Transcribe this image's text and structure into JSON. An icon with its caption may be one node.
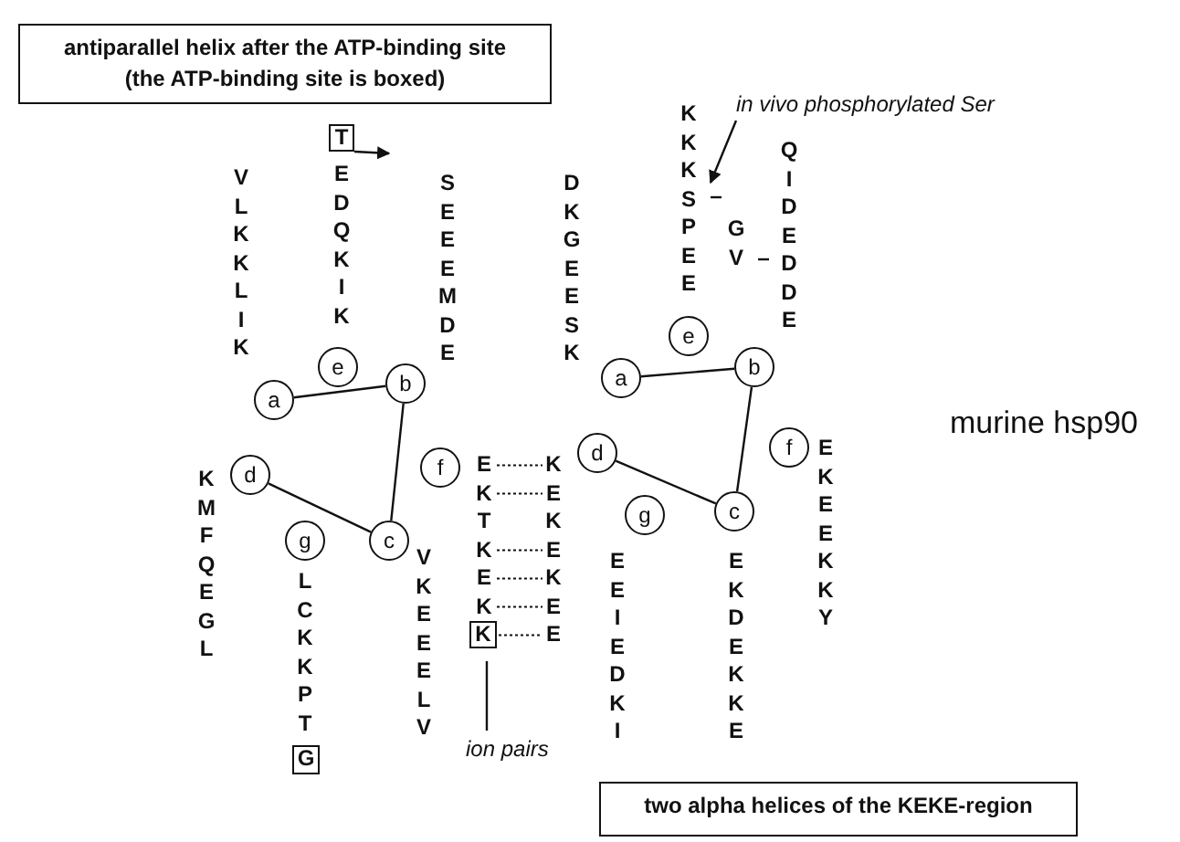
{
  "diagram": {
    "nodes": [
      {
        "text": [
          "antiparallel helix after the ATP-binding site",
          "(the ATP-binding site is boxed)"
        ]
      },
      {
        "text": [
          "T"
        ]
      },
      {
        "text": [
          "in vivo phosphorylated Ser"
        ]
      },
      {
        "text": [
          "e"
        ],
        "beside": [
          "E D Q K I K"
        ]
      },
      {
        "text": [
          "a"
        ],
        "beside": [
          "V L K K L I K"
        ]
      },
      {
        "text": [
          "b"
        ],
        "beside": [
          "S E E E M D E"
        ]
      },
      {
        "text": [
          "e"
        ],
        "beside": [
          "K K K S P E E"
        ]
      },
      {
        "text": [
          "a"
        ],
        "beside": [
          "D K G E E S K"
        ]
      },
      {
        "text": [
          "b"
        ],
        "beside": [
          "Q I D E D D E"
        ]
      },
      {
        "text": [
          "d"
        ],
        "beside": [
          "K M F Q E G L"
        ]
      },
      {
        "text": [
          "f"
        ],
        "beside": [
          "E K T K E K"
        ]
      },
      {
        "text": [
          "c"
        ],
        "beside": [
          "V K E E E L V"
        ]
      },
      {
        "text": [
          "g"
        ],
        "beside": [
          "L C K K P T"
        ]
      },
      {
        "text": [
          "d"
        ],
        "beside": [
          "K E K E K E E"
        ]
      },
      {
        "text": [
          "g"
        ],
        "beside": [
          "E E I E D K I"
        ]
      },
      {
        "text": [
          "c"
        ],
        "beside": [
          "E K D E K K E"
        ]
      },
      {
        "text": [
          "f"
        ],
        "beside": [
          "E K E E K K Y"
        ]
      },
      {
        "text": [
          "K"
        ]
      },
      {
        "text": [
          "G"
        ]
      },
      {
        "text": [
          "ion pairs"
        ]
      },
      {
        "text": [
          "two alpha helices of the KEKE-region"
        ]
      }
    ],
    "edges": [
      {
        "from": 4,
        "to": 5,
        "arrow": "none"
      },
      {
        "from": 5,
        "to": 11,
        "arrow": "none"
      },
      {
        "from": 11,
        "to": 9,
        "arrow": "none"
      },
      {
        "from": 7,
        "to": 8,
        "arrow": "none"
      },
      {
        "from": 8,
        "to": 15,
        "arrow": "none"
      },
      {
        "from": 13,
        "to": 15,
        "arrow": "none"
      },
      {
        "from": 1,
        "to": null,
        "arrow": "to"
      },
      {
        "from": 2,
        "to": 6,
        "arrow": "to"
      },
      {
        "from": 19,
        "to": 17,
        "arrow": "none"
      },
      {
        "from": 10,
        "to": 13,
        "arrow": "none",
        "style": "dashed"
      },
      {
        "from": 10,
        "to": 13,
        "arrow": "none",
        "style": "dashed"
      },
      {
        "from": 10,
        "to": 13,
        "arrow": "none",
        "style": "dashed"
      },
      {
        "from": 10,
        "to": 13,
        "arrow": "none",
        "style": "dashed"
      },
      {
        "from": 10,
        "to": 13,
        "arrow": "none",
        "style": "dashed"
      },
      {
        "from": 17,
        "to": 13,
        "arrow": "none",
        "style": "dashed"
      }
    ],
    "labels": [
      "G V",
      "murine hsp90"
    ]
  }
}
